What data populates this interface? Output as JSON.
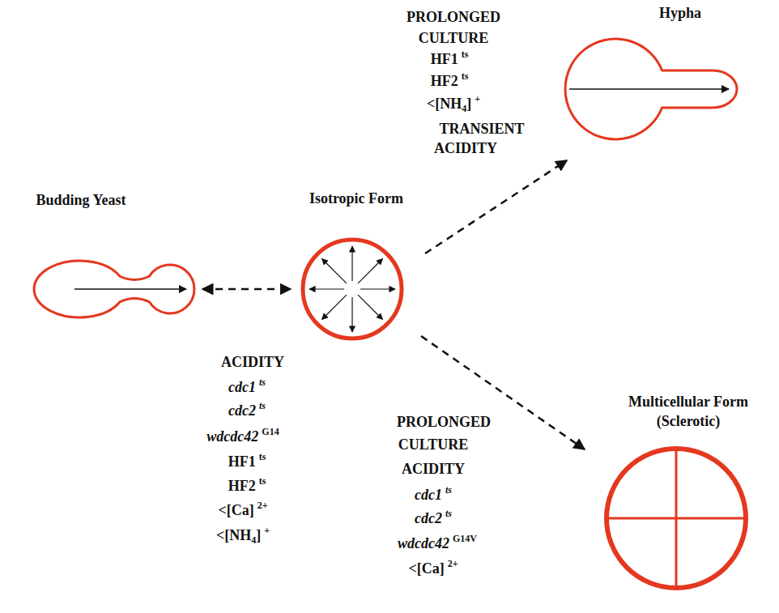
{
  "diagram": {
    "nodes": [
      {
        "text": [
          "Budding Yeast"
        ]
      },
      {
        "text": [
          "Isotropic Form"
        ]
      },
      {
        "text": [
          "Hypha"
        ]
      },
      {
        "text": [
          "Multicellular Form (Sclerotic)"
        ]
      }
    ],
    "edges": [
      {
        "from": 0,
        "to": 1,
        "arrow": "both"
      },
      {
        "from": 1,
        "to": 2,
        "arrow": "to"
      },
      {
        "from": 1,
        "to": 3,
        "arrow": "to"
      }
    ],
    "labels": [
      "PROLONGED",
      "CULTURE",
      "HF1",
      "ts",
      "HF2",
      "ts",
      "<[NH",
      "4",
      "]",
      "+",
      "TRANSIENT",
      "ACIDITY",
      "ACIDITY",
      "cdc1",
      "ts",
      "cdc2",
      "ts",
      "wdcdc42",
      "G14",
      "HF1",
      "ts",
      "HF2",
      "ts",
      "<[Ca]",
      "2+",
      "<[NH",
      "4",
      "]",
      "+",
      "PROLONGED",
      "CULTURE",
      "ACIDITY",
      "cdc1",
      "ts",
      "cdc2",
      "ts",
      "wdcdc42",
      "G14V",
      "<[Ca]",
      "2+"
    ]
  }
}
